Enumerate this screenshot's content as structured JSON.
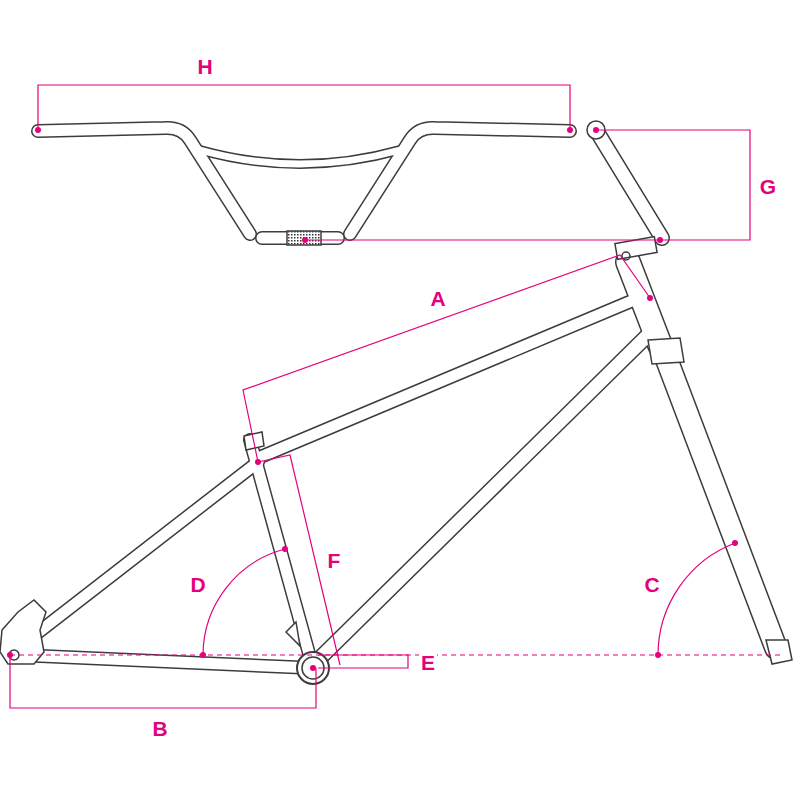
{
  "diagram": {
    "labels": [
      "H",
      "G",
      "A",
      "F",
      "D",
      "C",
      "E",
      "B"
    ]
  }
}
